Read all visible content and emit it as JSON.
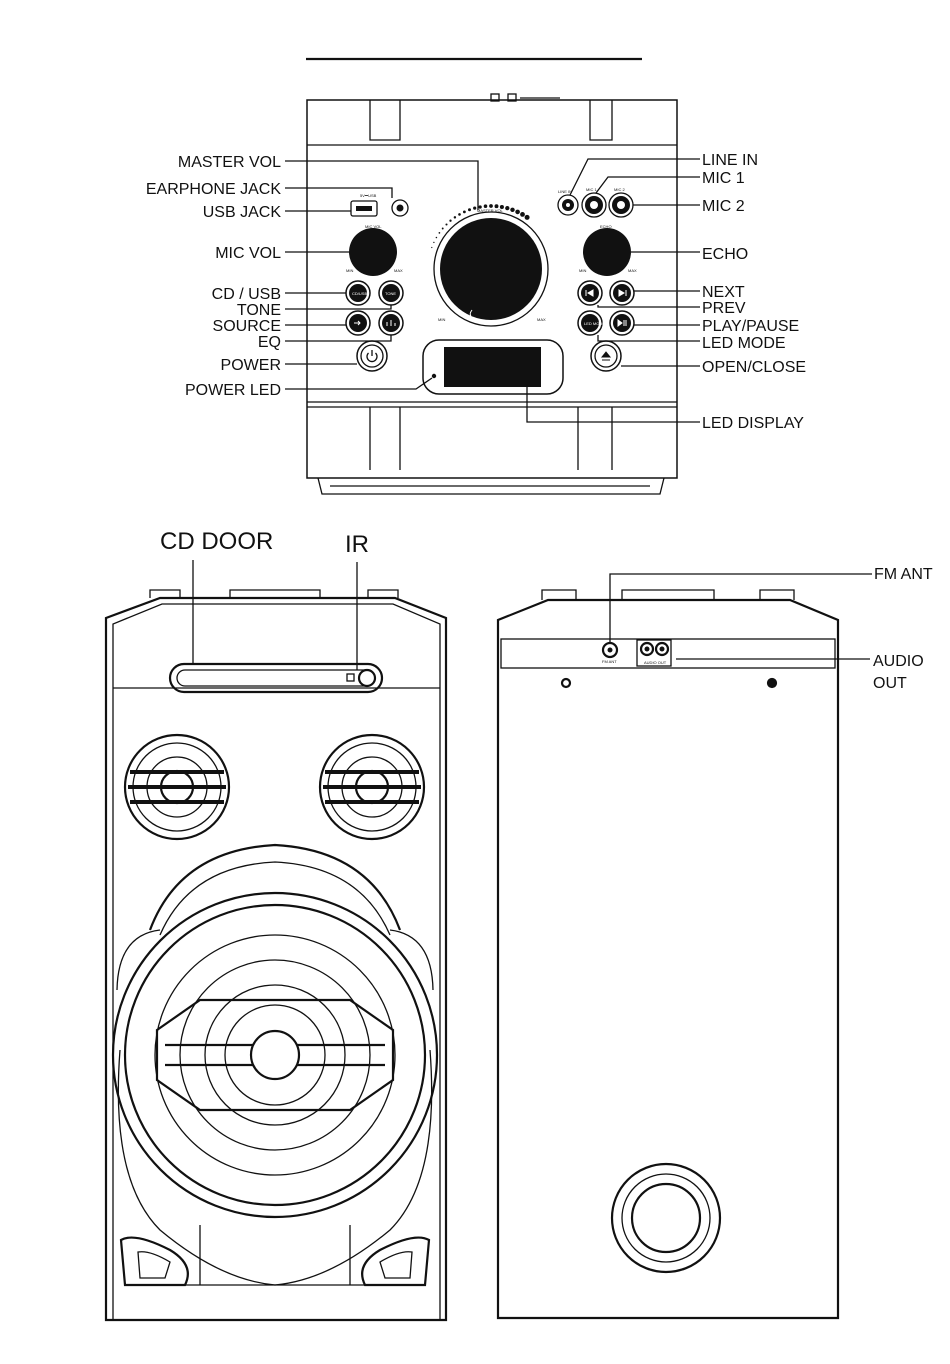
{
  "front_panel": {
    "left_labels": {
      "master_vol": "MASTER VOL",
      "earphone_jack": "EARPHONE JACK",
      "usb_jack": "USB JACK",
      "mic_vol": "MIC VOL",
      "cd_usb": "CD / USB",
      "tone": "TONE",
      "source": "SOURCE",
      "eq": "EQ",
      "power": "POWER",
      "power_led": "POWER LED"
    },
    "right_labels": {
      "line_in": "LINE IN",
      "mic1": "MIC 1",
      "mic2": "MIC 2",
      "echo": "ECHO",
      "next": "NEXT",
      "prev": "PREV",
      "play_pause": "PLAY/PAUSE",
      "led_mode": "LED MODE",
      "open_close": "OPEN/CLOSE",
      "led_display": "LED DISPLAY"
    },
    "panel_text": {
      "usb": "5V⎓USB",
      "mic_vol": "MIC VOL",
      "master_vol": "MASTER VOL",
      "echo": "ECHO",
      "min": "MIN",
      "max": "MAX",
      "line_in": "LINE IN",
      "mic1": "MIC 1",
      "mic2": "MIC 2",
      "cd_usb_btn": "CD/USB",
      "tone_btn": "TONE",
      "led_btn": "LED MODE"
    }
  },
  "front_view": {
    "cd_door": "CD DOOR",
    "ir": "IR"
  },
  "rear_view": {
    "fm_ant": "FM ANT",
    "audio_out_1": "AUDIO",
    "audio_out_2": "OUT",
    "fm_ant_small": "FM ANT",
    "audio_out_small": "AUDIO OUT"
  },
  "icons": [
    "power-icon",
    "eject-icon",
    "next-icon",
    "prev-icon",
    "play-pause-icon",
    "source-icon",
    "eq-icon"
  ]
}
